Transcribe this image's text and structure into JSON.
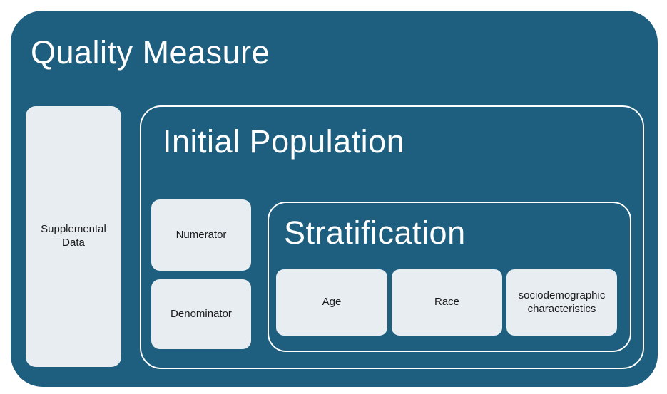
{
  "diagram": {
    "title": "Quality Measure",
    "supplemental_label": "Supplemental Data",
    "initial_population": {
      "title": "Initial Population",
      "numerator_label": "Numerator",
      "denominator_label": "Denominator",
      "stratification": {
        "title": "Stratification",
        "items": [
          {
            "label": "Age"
          },
          {
            "label": "Race"
          },
          {
            "label": "sociodemographic characteristics"
          }
        ]
      }
    }
  },
  "colors": {
    "background": "#ffffff",
    "container": "#1e5e7e",
    "box": "#e8edf2",
    "outline": "#ffffff",
    "text_dark": "#1a1a1a",
    "text_light": "#ffffff"
  }
}
